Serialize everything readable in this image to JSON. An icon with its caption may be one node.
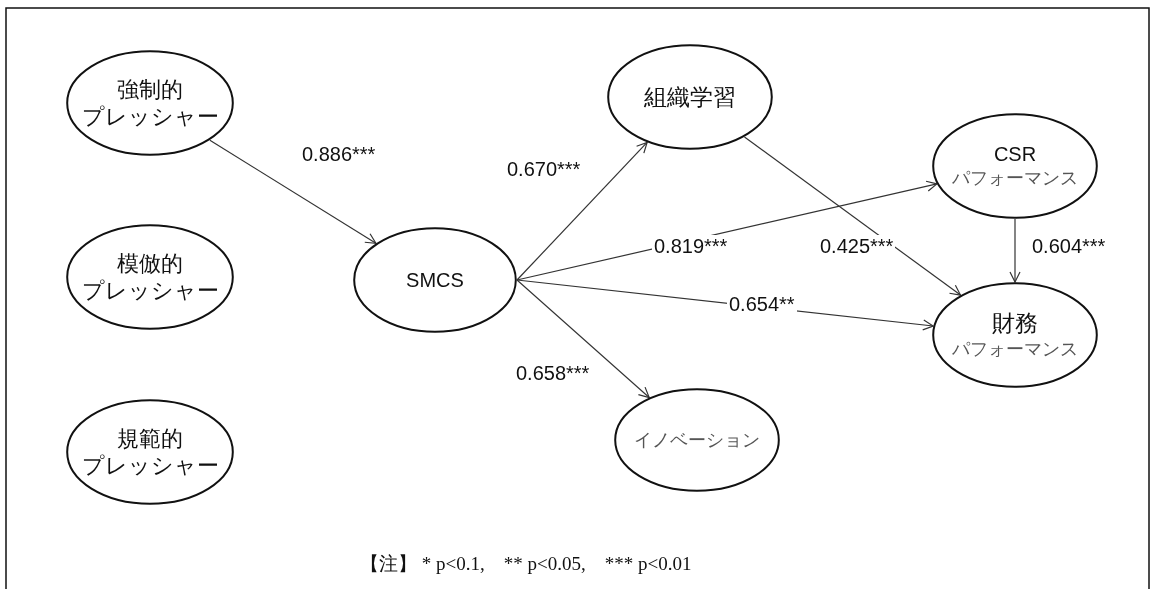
{
  "diagram": {
    "nodes": [
      {
        "text": [
          "強制的",
          "プレッシャー"
        ]
      },
      {
        "text": [
          "模倣的",
          "プレッシャー"
        ]
      },
      {
        "text": [
          "規範的",
          "プレッシャー"
        ]
      },
      {
        "text": [
          "SMCS"
        ]
      },
      {
        "text": [
          "組織学習"
        ]
      },
      {
        "text": [
          "CSR",
          "パフォーマンス"
        ]
      },
      {
        "text": [
          "財務",
          "パフォーマンス"
        ]
      },
      {
        "text": [
          "イノベーション"
        ]
      }
    ],
    "edges": [
      {
        "from": 0,
        "to": 3,
        "arrow": "to",
        "label": "0.886***"
      },
      {
        "from": 3,
        "to": 4,
        "arrow": "to",
        "label": "0.670***"
      },
      {
        "from": 3,
        "to": 5,
        "arrow": "to",
        "label": "0.819***"
      },
      {
        "from": 3,
        "to": 6,
        "arrow": "to",
        "label": "0.654**"
      },
      {
        "from": 3,
        "to": 7,
        "arrow": "to",
        "label": "0.658***"
      },
      {
        "from": 4,
        "to": 6,
        "arrow": "to",
        "label": "0.425***"
      },
      {
        "from": 5,
        "to": 6,
        "arrow": "to",
        "label": "0.604***"
      }
    ],
    "labels": [
      "【注】 * p<0.1,　** p<0.05,　*** p<0.01"
    ]
  }
}
